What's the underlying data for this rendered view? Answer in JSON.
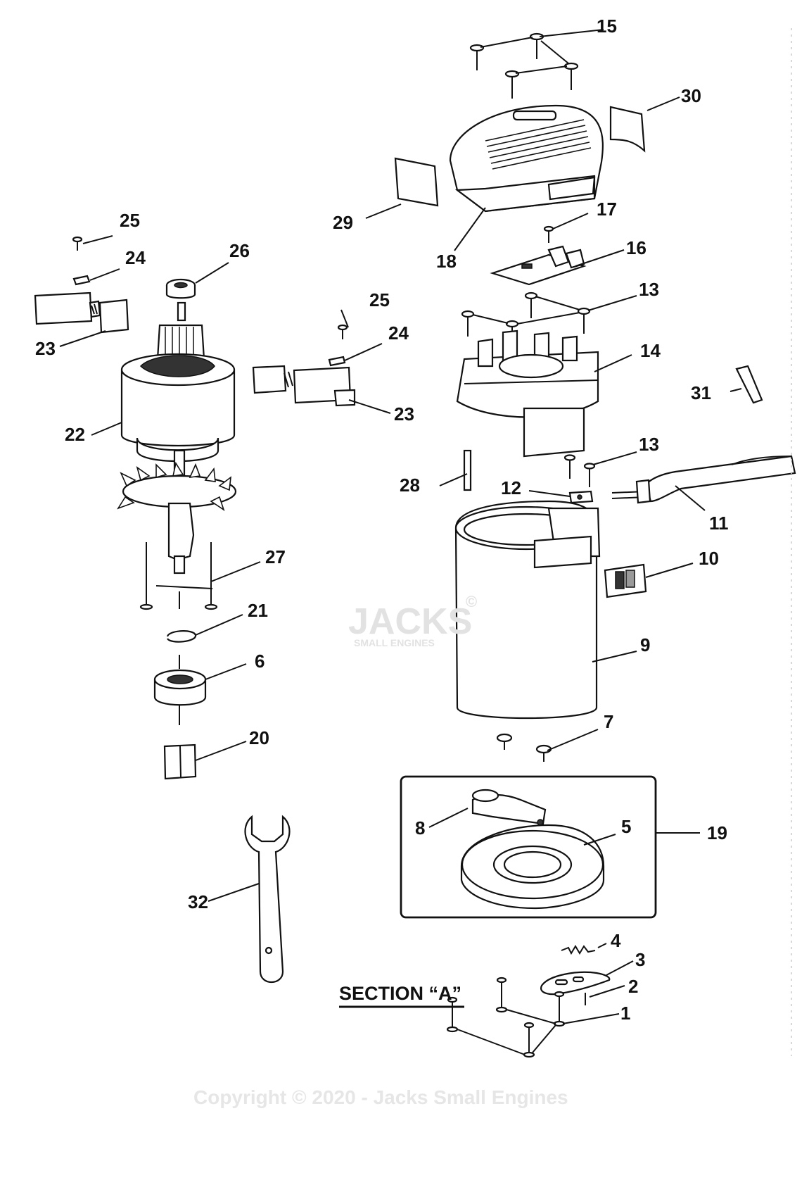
{
  "labels": {
    "p1": "1",
    "p2": "2",
    "p3": "3",
    "p4": "4",
    "p5": "5",
    "p6": "6",
    "p7": "7",
    "p8": "8",
    "p9": "9",
    "p10": "10",
    "p11": "11",
    "p12": "12",
    "p13a": "13",
    "p13b": "13",
    "p14": "14",
    "p15": "15",
    "p16": "16",
    "p17": "17",
    "p18": "18",
    "p19": "19",
    "p20": "20",
    "p21": "21",
    "p22": "22",
    "p23a": "23",
    "p23b": "23",
    "p24a": "24",
    "p24b": "24",
    "p25a": "25",
    "p25b": "25",
    "p26": "26",
    "p27": "27",
    "p28": "28",
    "p29": "29",
    "p30": "30",
    "p31": "31",
    "p32": "32"
  },
  "section_title": "SECTION “A”",
  "watermark": {
    "logo_text": "JACKS",
    "logo_mark": "©",
    "logo_sub": "SMALL ENGINES"
  },
  "copyright": "Copyright © 2020 - Jacks Small Engines"
}
